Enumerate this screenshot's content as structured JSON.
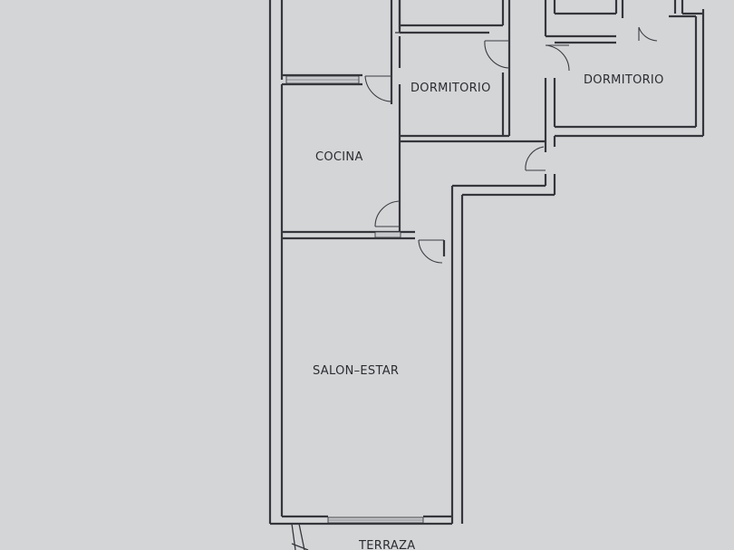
{
  "plan": {
    "rooms": {
      "dormitorio_1": "DORMITORIO",
      "dormitorio_2": "DORMITORIO",
      "cocina": "COCINA",
      "salon": "SALON–ESTAR",
      "terraza": "TERRAZA"
    },
    "colors": {
      "paper": "#d4d5d7",
      "ink": "#34363b"
    }
  }
}
